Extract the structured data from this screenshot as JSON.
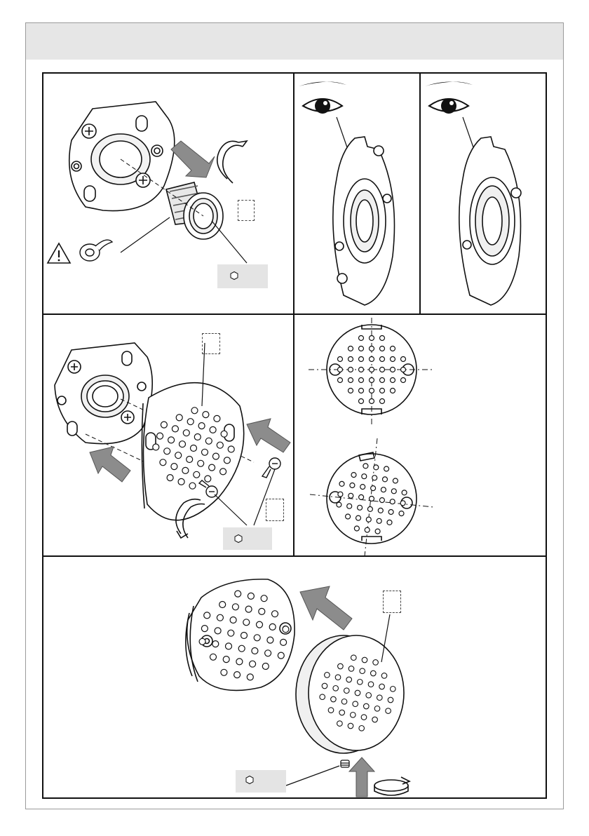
{
  "page": {
    "header_text": "",
    "colors": {
      "ink": "#111111",
      "arrow_fill": "#8c8c8c",
      "tool_box": "#e4e4e4",
      "header_band": "#e6e6e6"
    }
  },
  "steps": [
    {
      "name": "remove-cartridge",
      "icons": [
        "warning-icon",
        "rotate-counterclockwise-icon",
        "push-arrow-icon",
        "hex-key-icon"
      ]
    },
    {
      "name": "check-alignment-a",
      "icons": [
        "eye-icon",
        "eyebrow-icon"
      ]
    },
    {
      "name": "check-alignment-b",
      "icons": [
        "eye-icon",
        "eyebrow-icon"
      ]
    },
    {
      "name": "mount-nozzle-plate",
      "icons": [
        "push-arrow-icon",
        "rotate-clockwise-icon",
        "hex-key-icon"
      ]
    },
    {
      "name": "orientation-check",
      "icons": [
        "crosshair-icon"
      ]
    },
    {
      "name": "fit-cover",
      "icons": [
        "push-arrow-icon",
        "rotate-icon",
        "hex-key-icon"
      ]
    }
  ],
  "tool_boxes": [
    {
      "label": ""
    },
    {
      "label": ""
    },
    {
      "label": ""
    }
  ],
  "reference_boxes": [
    {
      "label": ""
    },
    {
      "label": ""
    },
    {
      "label": ""
    },
    {
      "label": ""
    }
  ]
}
